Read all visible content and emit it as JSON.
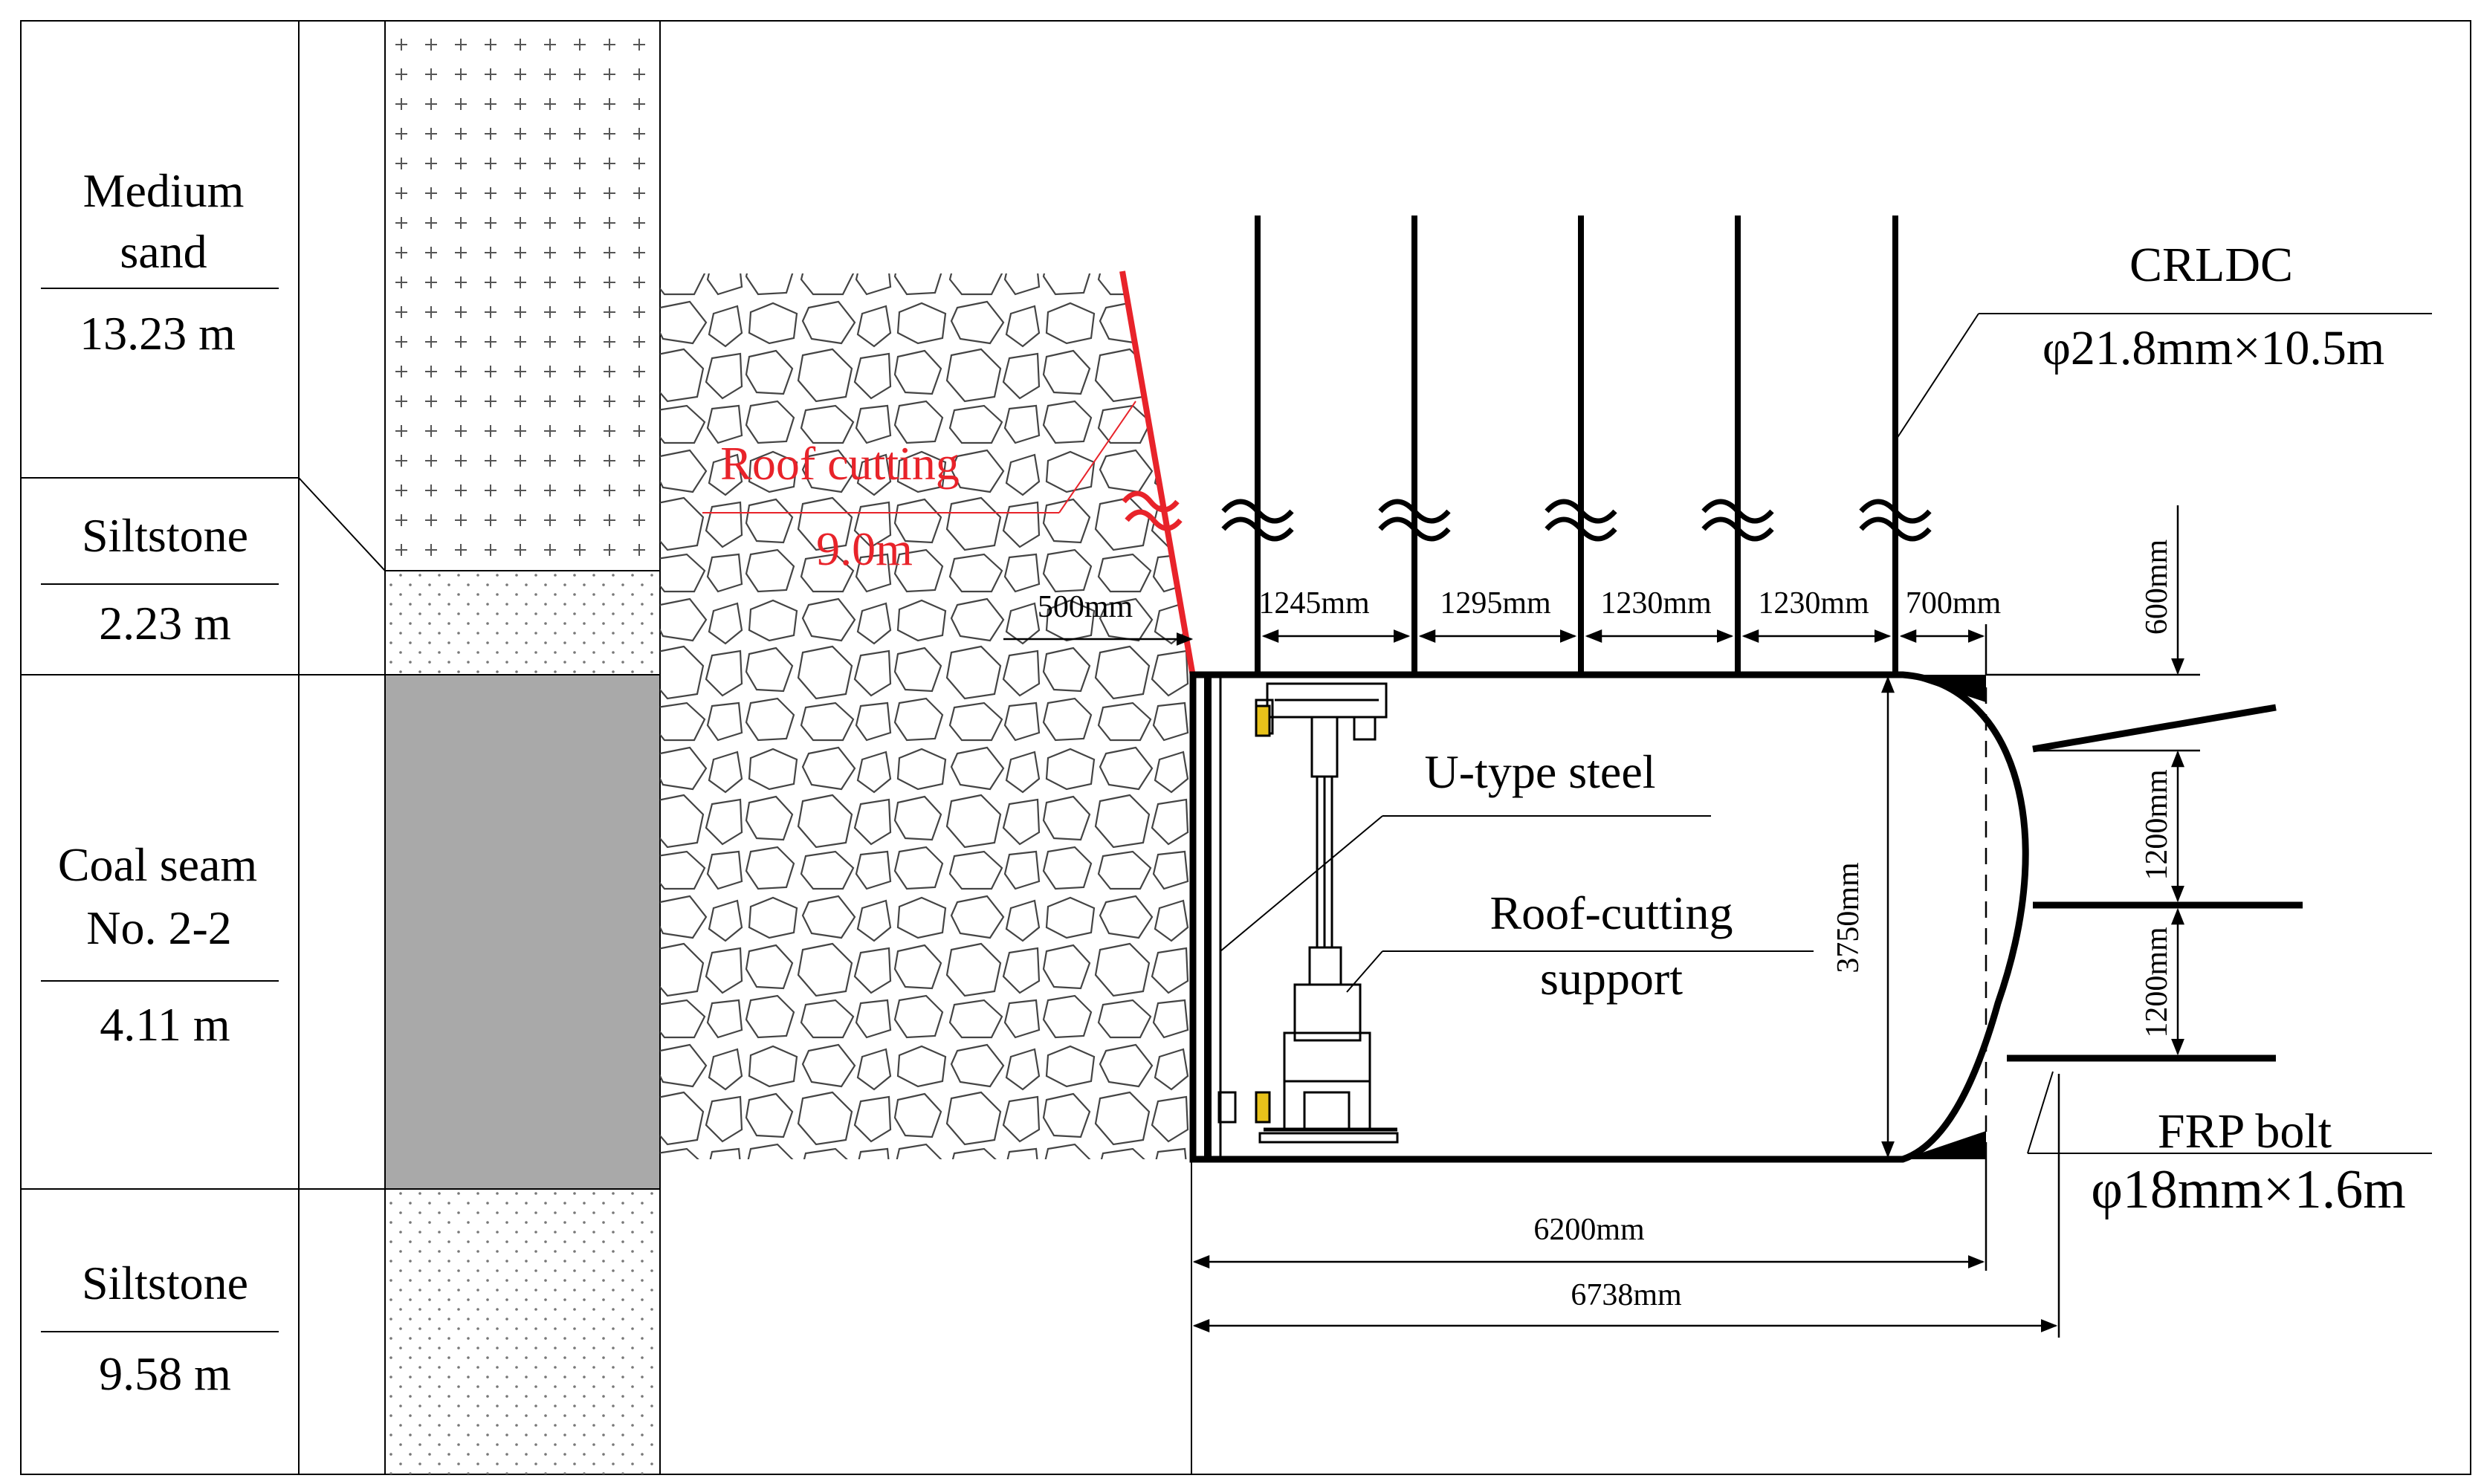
{
  "strata": [
    {
      "name_line1": "Medium",
      "name_line2": "sand",
      "thickness": "13.23 m"
    },
    {
      "name_line1": "Siltstone",
      "name_line2": "",
      "thickness": "2.23 m"
    },
    {
      "name_line1": "Coal seam",
      "name_line2": "No. 2-2",
      "thickness": "4.11 m"
    },
    {
      "name_line1": "Siltstone",
      "name_line2": "",
      "thickness": "9.58 m"
    }
  ],
  "roof_cutting": {
    "label": "Roof cutting",
    "height": "9.0m"
  },
  "crldc": {
    "label": "CRLDC",
    "spec": "φ21.8mm×10.5m"
  },
  "frp_bolt": {
    "label": "FRP bolt",
    "spec": "φ18mm×1.6m"
  },
  "u_type_steel": {
    "label": "U-type steel"
  },
  "support": {
    "label_line1": "Roof-cutting",
    "label_line2": "support"
  },
  "dimensions": {
    "top_offset": "500mm",
    "spacings": [
      "1245mm",
      "1295mm",
      "1230mm",
      "1230mm",
      "700mm"
    ],
    "right_top": "600mm",
    "right_spacings": [
      "1200mm",
      "1200mm"
    ],
    "height": "3750mm",
    "width_inner": "6200mm",
    "width_outer": "6738mm"
  },
  "colors": {
    "accent": "#e8232a",
    "coal": "#a9a9a9",
    "line": "#000000"
  }
}
